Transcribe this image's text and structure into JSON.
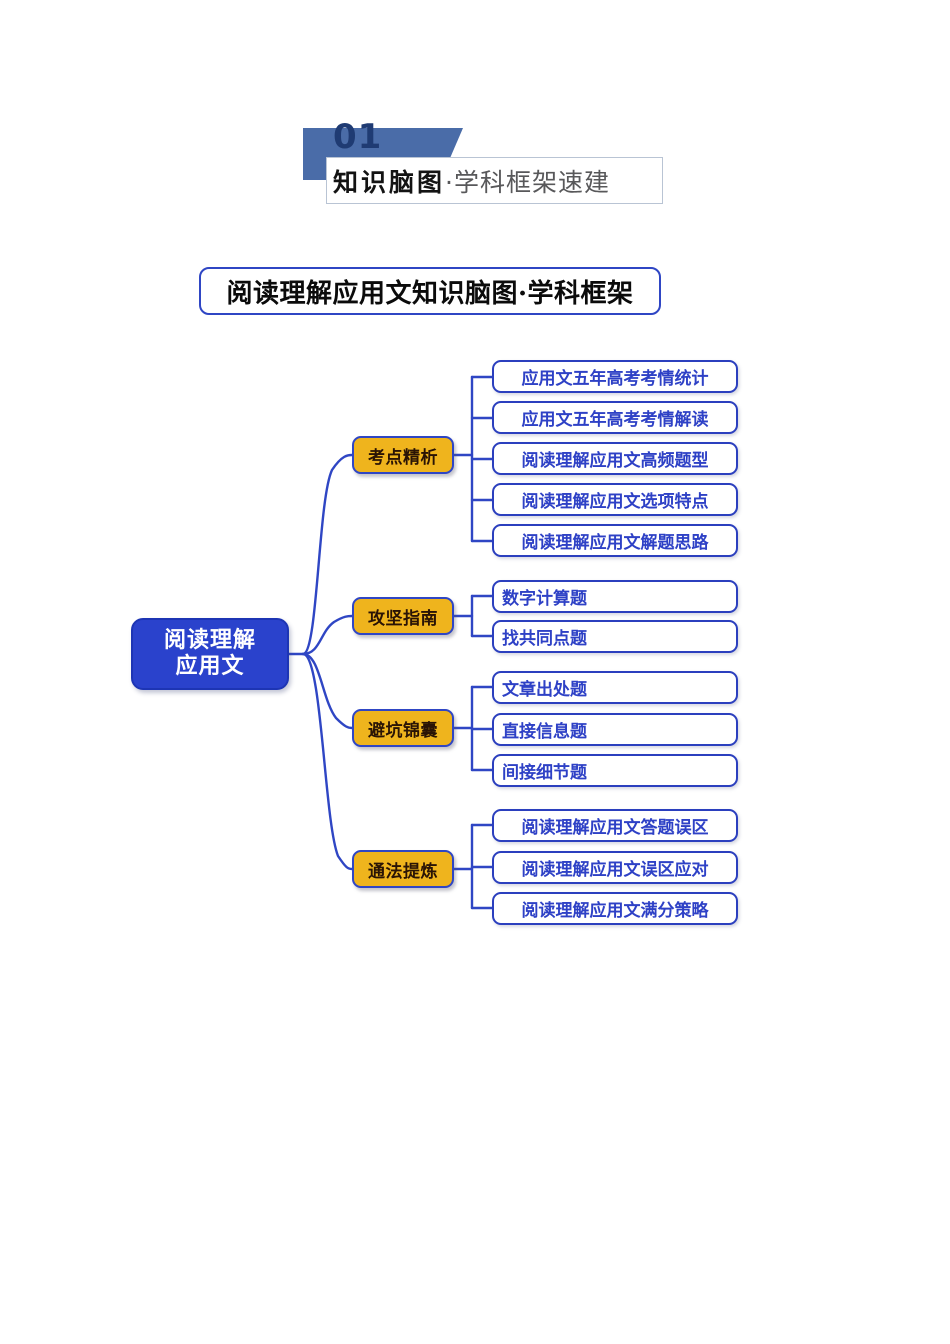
{
  "header": {
    "number": "01",
    "title_strong": "知识脑图",
    "title_rest": "·学科框架速建"
  },
  "map_title": "阅读理解应用文知识脑图·学科框架",
  "colors": {
    "root_fill": "#2a42cc",
    "root_text": "#ffffff",
    "branch_fill": "#efb41d",
    "branch_text": "#2a1405",
    "leaf_border": "#2b3fbe",
    "leaf_text": "#2e41c6",
    "connector": "#2f46c4",
    "banner_shape": "#4a6ca8",
    "banner_number": "#1f3b73"
  },
  "mindmap": {
    "root": {
      "line1": "阅读理解",
      "line2": "应用文"
    },
    "branches": [
      {
        "label": "考点精析",
        "leaves": [
          {
            "text": "应用文五年高考考情统计",
            "align": "centered"
          },
          {
            "text": "应用文五年高考考情解读",
            "align": "centered"
          },
          {
            "text": "阅读理解应用文高频题型",
            "align": "centered"
          },
          {
            "text": "阅读理解应用文选项特点",
            "align": "centered"
          },
          {
            "text": "阅读理解应用文解题思路",
            "align": "centered"
          }
        ]
      },
      {
        "label": "攻坚指南",
        "leaves": [
          {
            "text": "数字计算题",
            "align": "lefted"
          },
          {
            "text": "找共同点题",
            "align": "lefted"
          }
        ]
      },
      {
        "label": "避坑锦囊",
        "leaves": [
          {
            "text": "文章出处题",
            "align": "lefted"
          },
          {
            "text": "直接信息题",
            "align": "lefted"
          },
          {
            "text": "间接细节题",
            "align": "lefted"
          }
        ]
      },
      {
        "label": "通法提炼",
        "leaves": [
          {
            "text": "阅读理解应用文答题误区",
            "align": "centered"
          },
          {
            "text": "阅读理解应用文误区应对",
            "align": "centered"
          },
          {
            "text": "阅读理解应用文满分策略",
            "align": "centered"
          }
        ]
      }
    ]
  }
}
